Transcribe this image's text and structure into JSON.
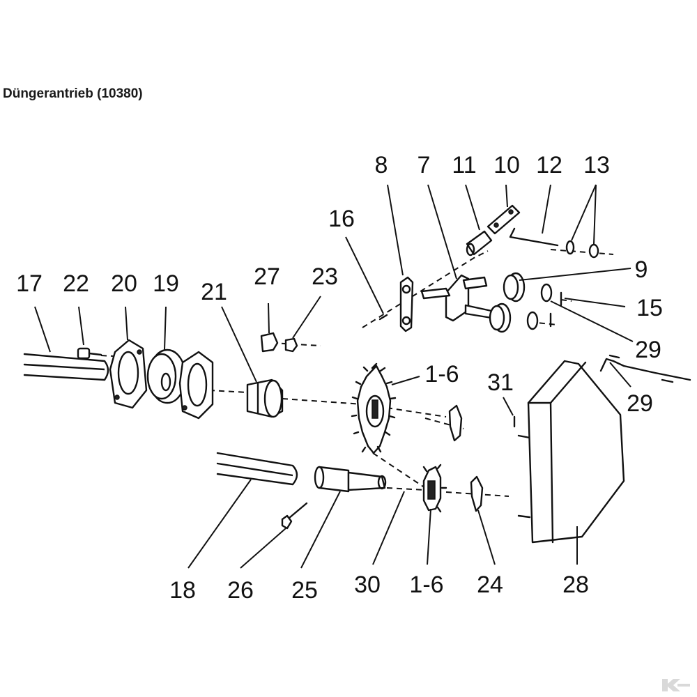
{
  "title": "Düngerantrieb (10380)",
  "labels": {
    "p1_6a": "1-6",
    "p1_6b": "1-6",
    "p7": "7",
    "p8": "8",
    "p9": "9",
    "p10": "10",
    "p11": "11",
    "p12": "12",
    "p13": "13",
    "p15": "15",
    "p16": "16",
    "p17": "17",
    "p18": "18",
    "p19": "19",
    "p20": "20",
    "p21": "21",
    "p22": "22",
    "p23": "23",
    "p24": "24",
    "p25": "25",
    "p26": "26",
    "p27": "27",
    "p28": "28",
    "p29a": "29",
    "p29b": "29",
    "p30": "30",
    "p31": "31"
  },
  "logo": {
    "icon": "kramp-logo-icon",
    "color": "#d9d9d9"
  }
}
